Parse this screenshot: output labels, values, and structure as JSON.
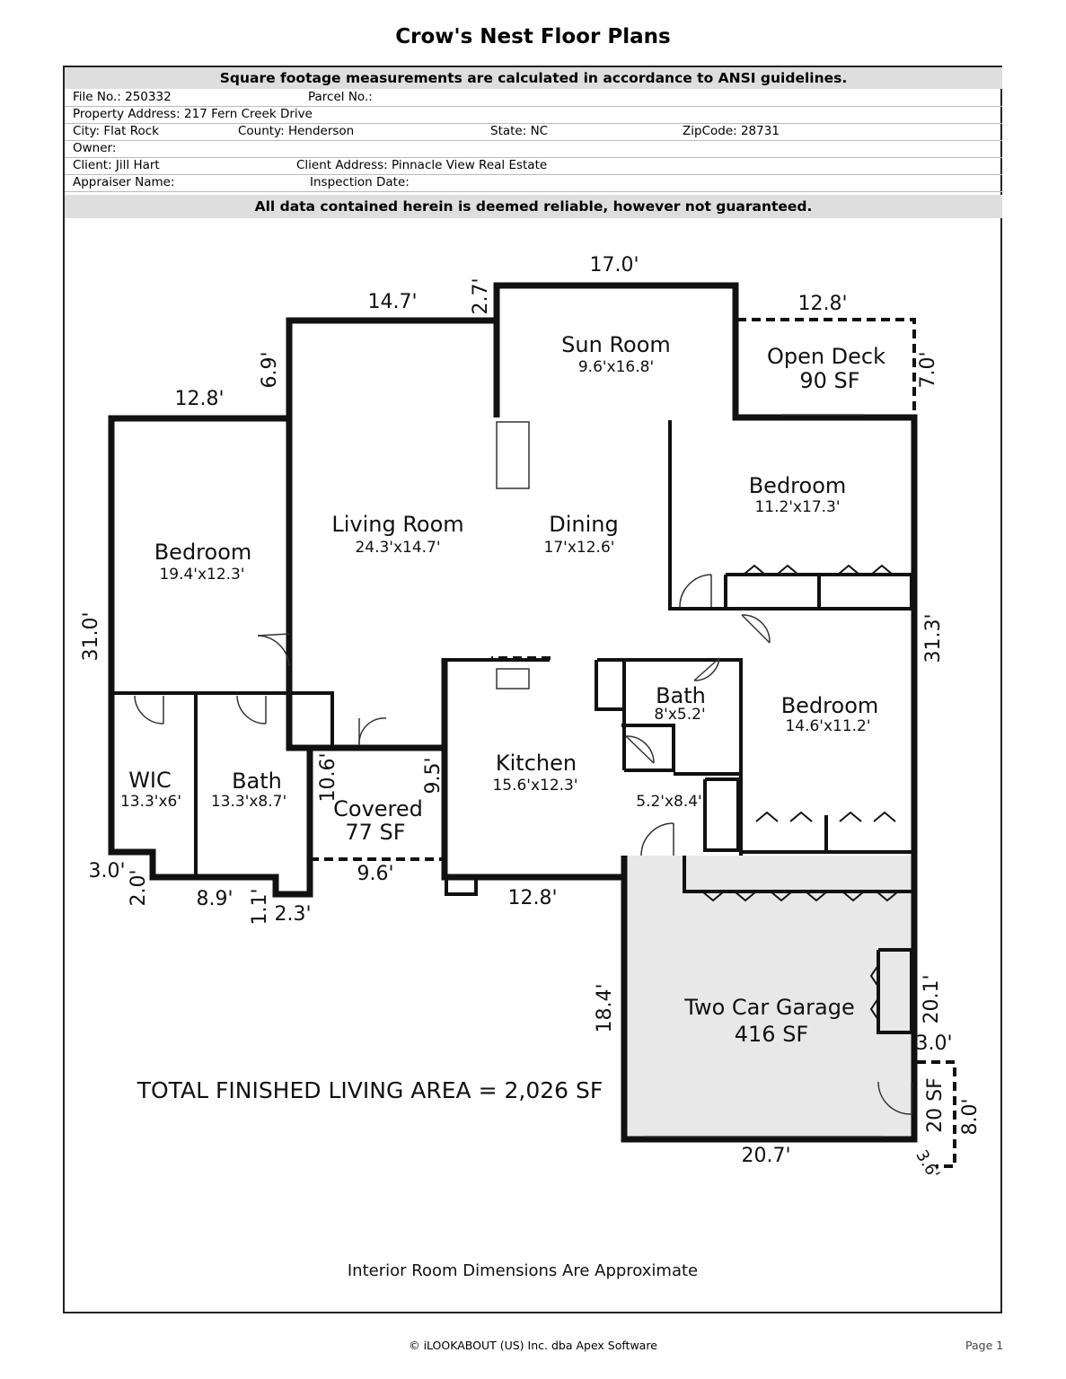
{
  "title": "Crow's Nest Floor Plans",
  "banner_top": "Square footage measurements are calculated in accordance to ANSI guidelines.",
  "info": {
    "file_no": "File No.: 250332",
    "parcel_no": "Parcel No.:",
    "property_address": "Property Address: 217 Fern Creek Drive",
    "city": "City: Flat Rock",
    "county": "County: Henderson",
    "state": "State: NC",
    "zipcode": "ZipCode: 28731",
    "owner": "Owner:",
    "client": "Client: Jill Hart",
    "client_address": "Client Address: Pinnacle View Real Estate",
    "appraiser": "Appraiser Name:",
    "inspection_date": "Inspection Date:"
  },
  "banner_bottom": "All data contained herein is deemed reliable, however not guaranteed.",
  "rooms": {
    "sun_room": {
      "name": "Sun Room",
      "dims": "9.6'x16.8'"
    },
    "open_deck": {
      "name": "Open Deck",
      "area": "90 SF"
    },
    "bedroom_ne": {
      "name": "Bedroom",
      "dims": "11.2'x17.3'"
    },
    "living_room": {
      "name": "Living Room",
      "dims": "24.3'x14.7'"
    },
    "dining": {
      "name": "Dining",
      "dims": "17'x12.6'"
    },
    "bedroom_w": {
      "name": "Bedroom",
      "dims": "19.4'x12.3'"
    },
    "bath_center": {
      "name": "Bath",
      "dims": "8'x5.2'"
    },
    "bedroom_se": {
      "name": "Bedroom",
      "dims": "14.6'x11.2'"
    },
    "wic": {
      "name": "WIC",
      "dims": "13.3'x6'"
    },
    "bath_w": {
      "name": "Bath",
      "dims": "13.3'x8.7'"
    },
    "covered": {
      "name": "Covered",
      "area": "77 SF"
    },
    "kitchen": {
      "name": "Kitchen",
      "dims": "15.6'x12.3'"
    },
    "laundry": {
      "dims": "5.2'x8.4'"
    },
    "garage": {
      "name": "Two Car Garage",
      "area": "416 SF"
    },
    "small_porch": {
      "area": "20 SF"
    }
  },
  "dimensions": {
    "d17": "17.0'",
    "d14_7": "14.7'",
    "d2_7": "2.7'",
    "d12_8_deck": "12.8'",
    "d7_0": "7.0'",
    "d6_9": "6.9'",
    "d12_8_top": "12.8'",
    "d31_0": "31.0'",
    "d31_3": "31.3'",
    "d10_6": "10.6'",
    "d9_5": "9.5'",
    "d3_0_left": "3.0'",
    "d2_0": "2.0'",
    "d8_9": "8.9'",
    "d1_1": "1.1'",
    "d2_3": "2.3'",
    "d9_6": "9.6'",
    "d12_8_bottom": "12.8'",
    "d18_4": "18.4'",
    "d20_1": "20.1'",
    "d3_0_right": "3.0'",
    "d8_0": "8.0'",
    "d20_7": "20.7'",
    "d3_6": "3.6'"
  },
  "total_area": "TOTAL FINISHED LIVING AREA = 2,026 SF",
  "note": "Interior Room Dimensions Are Approximate",
  "copyright": "© iLOOKABOUT (US) Inc. dba Apex Software",
  "page": "Page 1",
  "colors": {
    "band": "#dedede",
    "garage_fill": "#e8e8e8",
    "wall": "#111111"
  }
}
